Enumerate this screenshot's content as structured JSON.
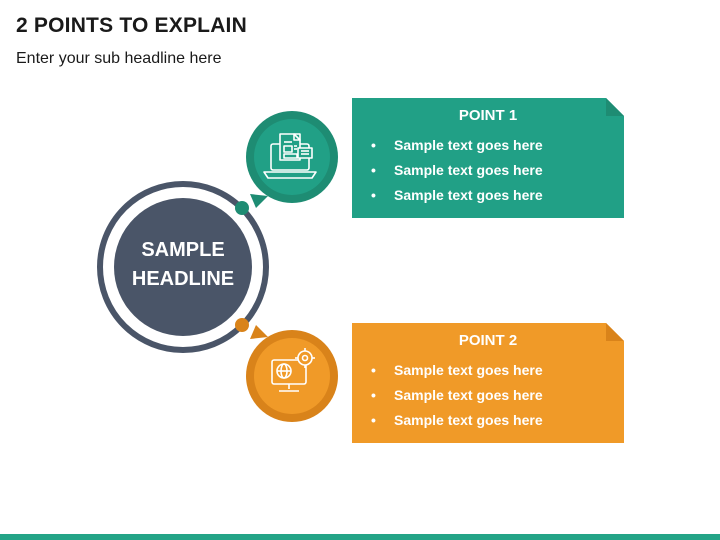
{
  "header": {
    "title": "2 POINTS TO EXPLAIN",
    "subtitle": "Enter your sub headline here"
  },
  "center": {
    "line1": "SAMPLE",
    "line2": "HEADLINE"
  },
  "points": [
    {
      "title": "POINT 1",
      "icon": "laptop-document-icon",
      "color": "#21A086",
      "items": [
        "Sample text goes here",
        "Sample text goes here",
        "Sample text goes here"
      ]
    },
    {
      "title": "POINT 2",
      "icon": "monitor-globe-gear-icon",
      "color": "#F09A28",
      "items": [
        "Sample text goes here",
        "Sample text goes here",
        "Sample text goes here"
      ]
    }
  ],
  "colors": {
    "center_circle": "#4A5568",
    "point1_dark": "#1E8C73",
    "point2_dark": "#D9831A",
    "bottom_bar": "#23A487"
  }
}
